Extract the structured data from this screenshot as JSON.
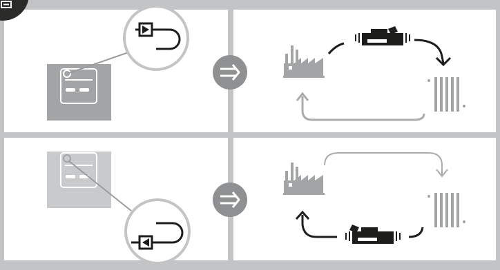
{
  "diagram": {
    "rows": [
      {
        "id": "top",
        "valve_direction": "forward",
        "flow": "supply-through-valve-to-radiator-returns-to-factory"
      },
      {
        "id": "bottom",
        "valve_direction": "reverse",
        "flow": "supply-to-radiator-returns-through-valve-to-factory"
      }
    ],
    "icons": [
      "corner-badge-icon",
      "controller-device-icon",
      "magnifier-callout",
      "valve-symbol-icon",
      "pipe-loop-icon",
      "result-arrow-icon",
      "factory-icon",
      "flow-meter-icon",
      "radiator-icon",
      "flow-arrow-icon"
    ],
    "colors": {
      "frame": "#c3c4c5",
      "panel": "#ffffff",
      "device": "#a2a4a6",
      "device_light": "#c9cacc",
      "symbol_dark": "#1d1d1b",
      "symbol_gray": "#9a9b9c",
      "arrow_circle": "#8e9092",
      "flow_light": "#a9abad"
    }
  }
}
